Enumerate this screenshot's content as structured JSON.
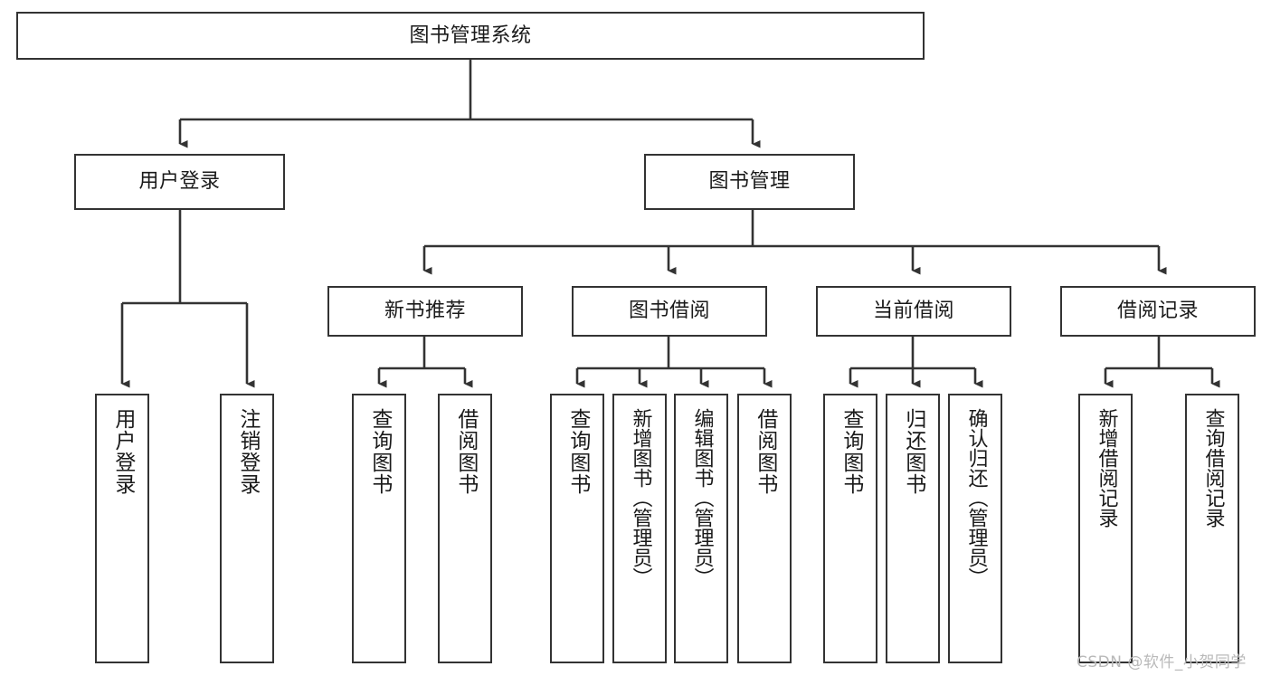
{
  "diagram": {
    "title": "图书管理系统",
    "type": "tree-hierarchy-diagram",
    "colors": {
      "stroke": "#333333",
      "fill": "#ffffff",
      "text": "#1a1a1a",
      "watermark": "#b9b9b9"
    },
    "nodes": {
      "root": {
        "label": "图书管理系统"
      },
      "level2": [
        {
          "label": "用户登录"
        },
        {
          "label": "图书管理"
        }
      ],
      "level3": [
        {
          "label": "新书推荐"
        },
        {
          "label": "图书借阅"
        },
        {
          "label": "当前借阅"
        },
        {
          "label": "借阅记录"
        }
      ],
      "leaves": {
        "user_login": [
          {
            "label": "用户登录"
          },
          {
            "label": "注销登录"
          }
        ],
        "new_book_recommend": [
          {
            "label": "查询图书"
          },
          {
            "label": "借阅图书"
          }
        ],
        "book_borrow": [
          {
            "label": "查询图书"
          },
          {
            "label": "新增图书（管理员）"
          },
          {
            "label": "编辑图书（管理员）"
          },
          {
            "label": "借阅图书"
          }
        ],
        "current_borrow": [
          {
            "label": "查询图书"
          },
          {
            "label": "归还图书"
          },
          {
            "label": "确认归还（管理员）"
          }
        ],
        "borrow_record": [
          {
            "label": "新增借阅记录"
          },
          {
            "label": "查询借阅记录"
          }
        ]
      }
    },
    "watermark": "CSDN @软件_小贺同学"
  }
}
